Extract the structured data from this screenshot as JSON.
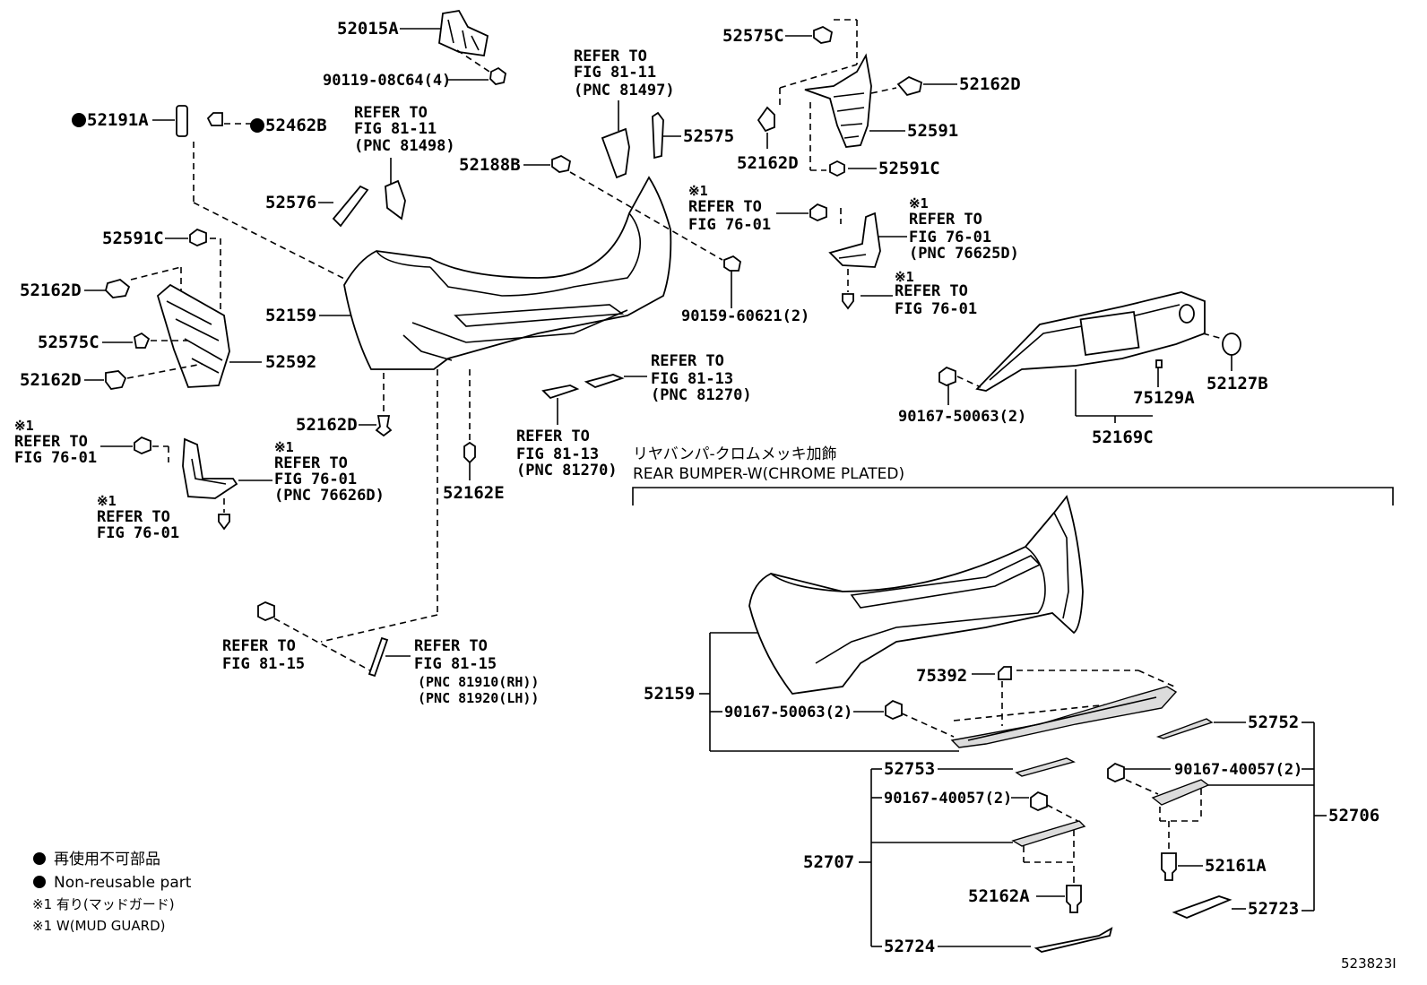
{
  "parts": {
    "p52015A": "52015A",
    "p90119": "90119-08C64(4)",
    "p52191A": "52191A",
    "p52462B": "52462B",
    "p52576": "52576",
    "p52591C_l": "52591C",
    "p52162D_l1": "52162D",
    "p52159_top": "52159",
    "p52575C_l": "52575C",
    "p52592": "52592",
    "p52162D_l2": "52162D",
    "p52162D_mid": "52162D",
    "p52162E": "52162E",
    "p52188B": "52188B",
    "p52575": "52575",
    "p90159": "90159-60621(2)",
    "p52575C_r": "52575C",
    "p52162D_r1": "52162D",
    "p52591": "52591",
    "p52162D_r2": "52162D",
    "p52591C_r": "52591C",
    "p90167_50063_top": "90167-50063(2)",
    "p75129A": "75129A",
    "p52127B": "52127B",
    "p52169C": "52169C",
    "p52159_chrome": "52159",
    "p75392": "75392",
    "p90167_50063_chrome": "90167-50063(2)",
    "p52752": "52752",
    "p52753": "52753",
    "p90167_40057_r": "90167-40057(2)",
    "p90167_40057_l": "90167-40057(2)",
    "p52706": "52706",
    "p52707": "52707",
    "p52161A": "52161A",
    "p52162A": "52162A",
    "p52723": "52723",
    "p52724": "52724"
  },
  "refs": {
    "refer_to": "REFER TO",
    "mark": "※1",
    "fig_81_11": "FIG 81-11",
    "pnc_81498": "(PNC 81498)",
    "pnc_81497": "(PNC 81497)",
    "fig_76_01": "FIG 76-01",
    "pnc_76625D": "(PNC 76625D)",
    "pnc_76626D": "(PNC 76626D)",
    "fig_81_13": "FIG 81-13",
    "pnc_81270": "(PNC 81270)",
    "fig_81_15": "FIG 81-15",
    "pnc_81910": "(PNC 81910(RH))",
    "pnc_81920": "(PNC 81920(LH))"
  },
  "section": {
    "title_jp": "リヤバンパ-クロムメッキ加飾",
    "title_en": "REAR BUMPER-W(CHROME PLATED)"
  },
  "legend": {
    "jp": "再使用不可部品",
    "en": "Non-reusable part",
    "mark_jp": "※1 有り(マッドガード)",
    "mark_en": "※1 W(MUD GUARD)"
  },
  "diagram_id": "523823I"
}
